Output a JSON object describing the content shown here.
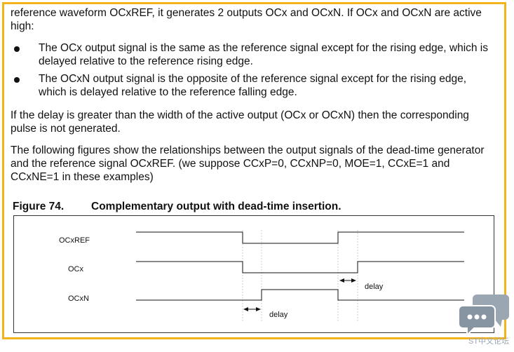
{
  "paragraphs": {
    "intro": "reference waveform OCxREF, it generates 2 outputs OCx and OCxN. If OCx and OCxN are active high:",
    "bullet1": "The OCx output signal is the same as the reference signal except for the rising edge, which is delayed relative to the reference rising edge.",
    "bullet2": "The OCxN output signal is the opposite of the reference signal except for the rising edge, which is delayed relative to the reference falling edge.",
    "delay_note": "If the delay is greater than the width of the active output (OCx or OCxN) then the corresponding pulse is not generated.",
    "figures_intro": "The following figures show the relationships between the output signals of the dead-time generator and the reference signal OCxREF. (we suppose CCxP=0, CCxNP=0, MOE=1, CCxE=1 and CCxNE=1 in these examples)"
  },
  "figure": {
    "number": "Figure 74.",
    "title": "Complementary output with dead-time insertion.",
    "signals": [
      "OCxREF",
      "OCx",
      "OCxN"
    ],
    "delay_label_ocx": "delay",
    "delay_label_ocxn": "delay"
  },
  "watermark": {
    "text": "ST中文论坛",
    "color": "#9aa6b2"
  },
  "colors": {
    "frame_border": "#f3b41b"
  }
}
